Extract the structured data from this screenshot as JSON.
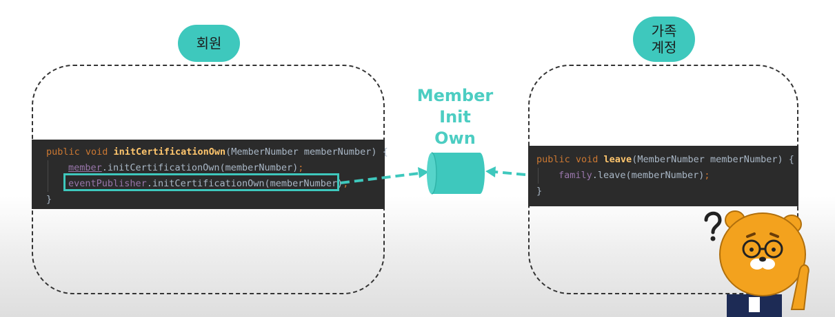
{
  "left_group": {
    "title": "회원"
  },
  "right_group": {
    "title_line1": "가족",
    "title_line2": "계정"
  },
  "topic": {
    "line1": "Member",
    "line2": "Init",
    "line3": "Own"
  },
  "code_left": {
    "l1_kw": "public void ",
    "l1_fn": "initCertificationOwn",
    "l1_rest": "(MemberNumber memberNumber) {",
    "l2_field": "member",
    "l2_rest": ".initCertificationOwn(memberNumber)",
    "l2_semi": ";",
    "l3_field": "eventPublisher",
    "l3_rest": ".initCertificationOwn(memberNumber)",
    "l3_semi": ";",
    "l4": "}"
  },
  "code_right": {
    "l1_kw": "public void ",
    "l1_fn": "leave",
    "l1_rest": "(MemberNumber memberNumber) {",
    "l2_field": "family",
    "l2_rest": ".leave(memberNumber)",
    "l2_semi": ";",
    "l3": "}"
  },
  "colors": {
    "accent": "#3ec8bd",
    "code_bg": "#2b2b2b",
    "keyword": "#cc7832",
    "function": "#ffc66d",
    "field": "#9876aa",
    "plain": "#a9b7c6"
  },
  "icons": {
    "queue": "cylinder-icon",
    "mascot": "confused-lion-mascot-icon",
    "question": "question-mark-icon"
  }
}
